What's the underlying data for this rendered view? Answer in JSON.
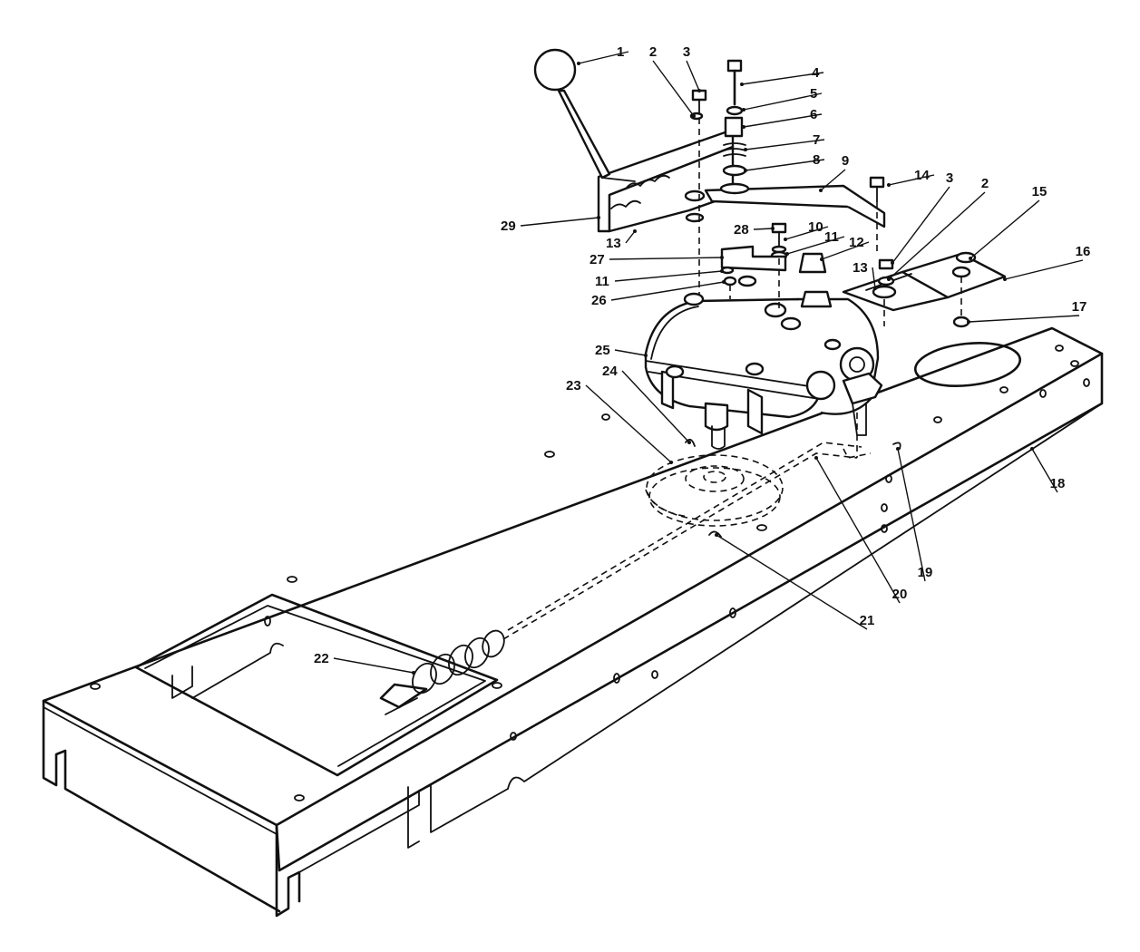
{
  "callouts": [
    {
      "id": "1",
      "label": "1"
    },
    {
      "id": "2a",
      "label": "2"
    },
    {
      "id": "3a",
      "label": "3"
    },
    {
      "id": "4",
      "label": "4"
    },
    {
      "id": "5",
      "label": "5"
    },
    {
      "id": "6",
      "label": "6"
    },
    {
      "id": "7",
      "label": "7"
    },
    {
      "id": "8",
      "label": "8"
    },
    {
      "id": "9",
      "label": "9"
    },
    {
      "id": "10",
      "label": "10"
    },
    {
      "id": "11a",
      "label": "11"
    },
    {
      "id": "11b",
      "label": "11"
    },
    {
      "id": "12",
      "label": "12"
    },
    {
      "id": "13a",
      "label": "13"
    },
    {
      "id": "13b",
      "label": "13"
    },
    {
      "id": "14",
      "label": "14"
    },
    {
      "id": "3b",
      "label": "3"
    },
    {
      "id": "2b",
      "label": "2"
    },
    {
      "id": "15",
      "label": "15"
    },
    {
      "id": "16",
      "label": "16"
    },
    {
      "id": "17",
      "label": "17"
    },
    {
      "id": "18",
      "label": "18"
    },
    {
      "id": "19",
      "label": "19"
    },
    {
      "id": "20",
      "label": "20"
    },
    {
      "id": "21",
      "label": "21"
    },
    {
      "id": "22",
      "label": "22"
    },
    {
      "id": "23",
      "label": "23"
    },
    {
      "id": "24",
      "label": "24"
    },
    {
      "id": "25",
      "label": "25"
    },
    {
      "id": "26",
      "label": "26"
    },
    {
      "id": "27",
      "label": "27"
    },
    {
      "id": "28",
      "label": "28"
    },
    {
      "id": "29",
      "label": "29"
    }
  ]
}
